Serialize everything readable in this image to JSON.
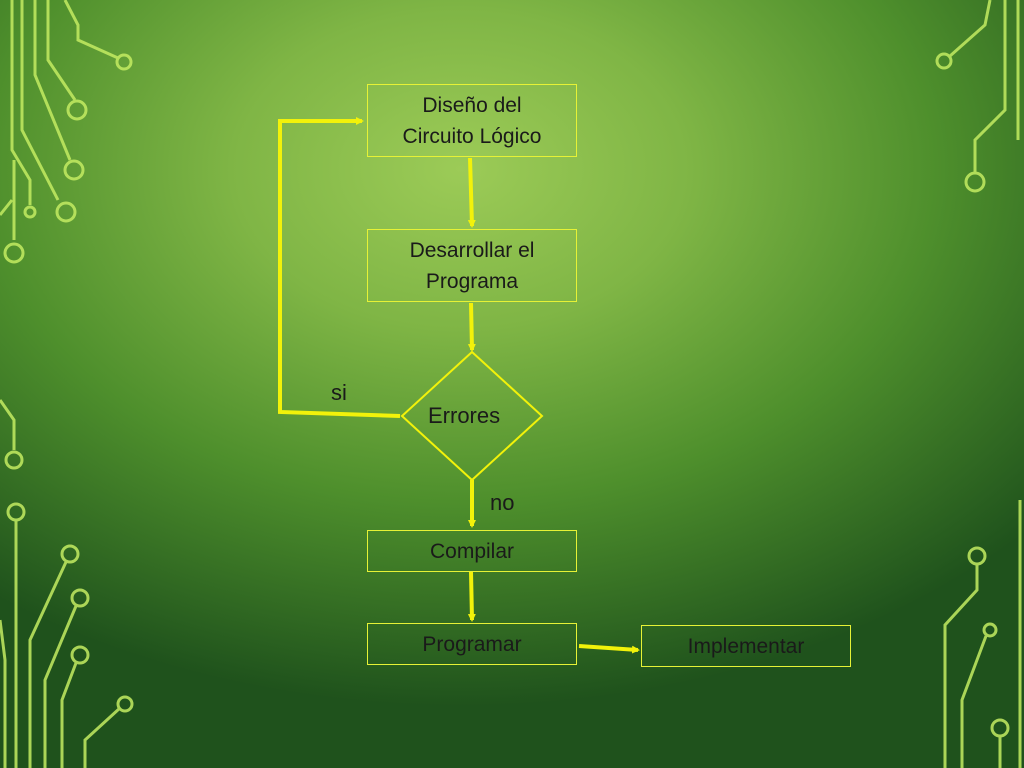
{
  "slide": {
    "nodes": {
      "diseno": {
        "line1": "Diseño del",
        "line2": "Circuito Lógico"
      },
      "desarrollar": {
        "line1": "Desarrollar el",
        "line2": "Programa"
      },
      "errores": {
        "label": "Errores"
      },
      "compilar": {
        "label": "Compilar"
      },
      "programar": {
        "label": "Programar"
      },
      "implementar": {
        "label": "Implementar"
      }
    },
    "edges": {
      "si": "si",
      "no": "no"
    }
  },
  "colors": {
    "line": "#f2f20a",
    "box_border": "#e6f236",
    "deco": "#c4ec62"
  }
}
